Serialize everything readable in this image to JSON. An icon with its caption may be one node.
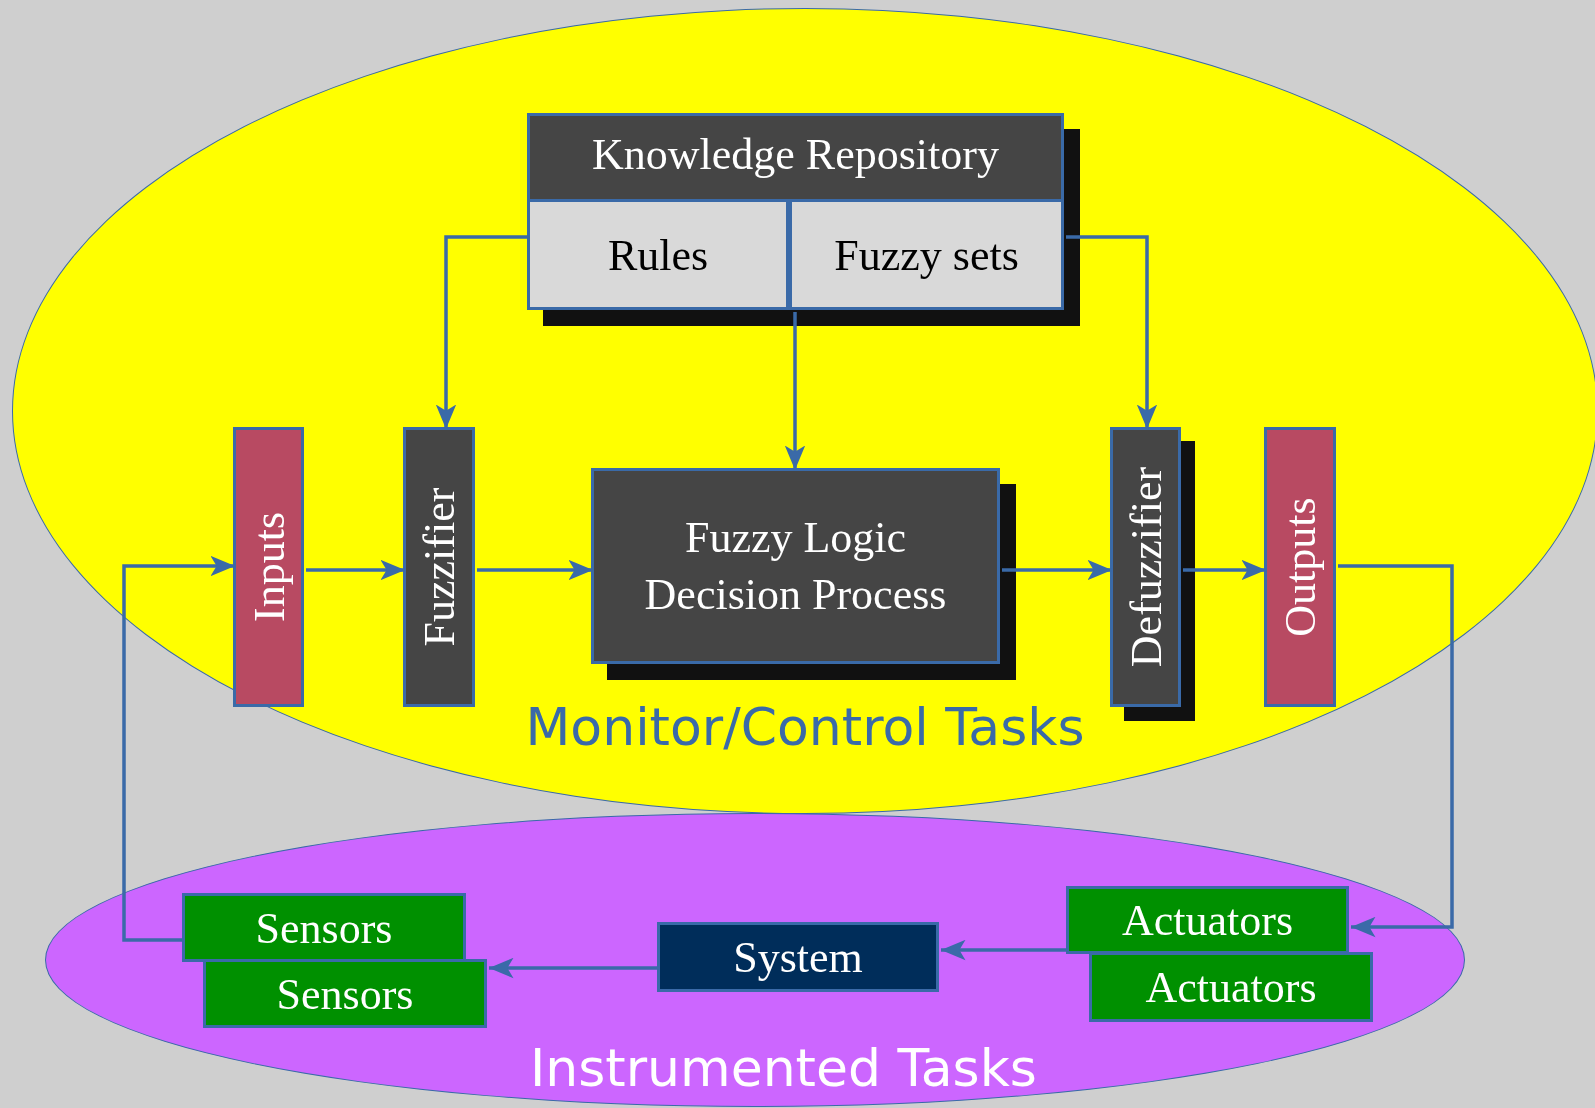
{
  "diagram": {
    "nodes": [
      {
        "text": [
          "Monitor/Control Tasks"
        ]
      },
      {
        "text": [
          "Knowledge Repository"
        ],
        "in": 0
      },
      {
        "text": [
          "Rules"
        ],
        "in": 1
      },
      {
        "text": [
          "Fuzzy sets"
        ],
        "in": 1
      },
      {
        "text": [
          "Inputs"
        ],
        "in": 0
      },
      {
        "text": [
          "Fuzzifier"
        ],
        "in": 0
      },
      {
        "text": [
          "Fuzzy Logic Decision Process"
        ],
        "in": 0
      },
      {
        "text": [
          "Defuzzifier"
        ],
        "in": 0
      },
      {
        "text": [
          "Outputs"
        ],
        "in": 0
      },
      {
        "text": [
          "Instrumented Tasks"
        ]
      },
      {
        "text": [
          "Sensors"
        ],
        "in": 9
      },
      {
        "text": [
          "Sensors"
        ],
        "in": 9
      },
      {
        "text": [
          "System"
        ],
        "in": 9
      },
      {
        "text": [
          "Actuators"
        ],
        "in": 9
      },
      {
        "text": [
          "Actuators"
        ],
        "in": 9
      }
    ],
    "edges": [
      {
        "from": 2,
        "to": 5,
        "arrow": "to"
      },
      {
        "from": 3,
        "to": 7,
        "arrow": "to"
      },
      {
        "from": 1,
        "to": 6,
        "arrow": "to"
      },
      {
        "from": 4,
        "to": 5,
        "arrow": "to"
      },
      {
        "from": 5,
        "to": 6,
        "arrow": "to"
      },
      {
        "from": 6,
        "to": 7,
        "arrow": "to"
      },
      {
        "from": 7,
        "to": 8,
        "arrow": "to"
      },
      {
        "from": 8,
        "to": 13,
        "arrow": "to"
      },
      {
        "from": 13,
        "to": 12,
        "arrow": "to"
      },
      {
        "from": 12,
        "to": 11,
        "arrow": "to"
      },
      {
        "from": 10,
        "to": 4,
        "arrow": "to"
      }
    ]
  }
}
